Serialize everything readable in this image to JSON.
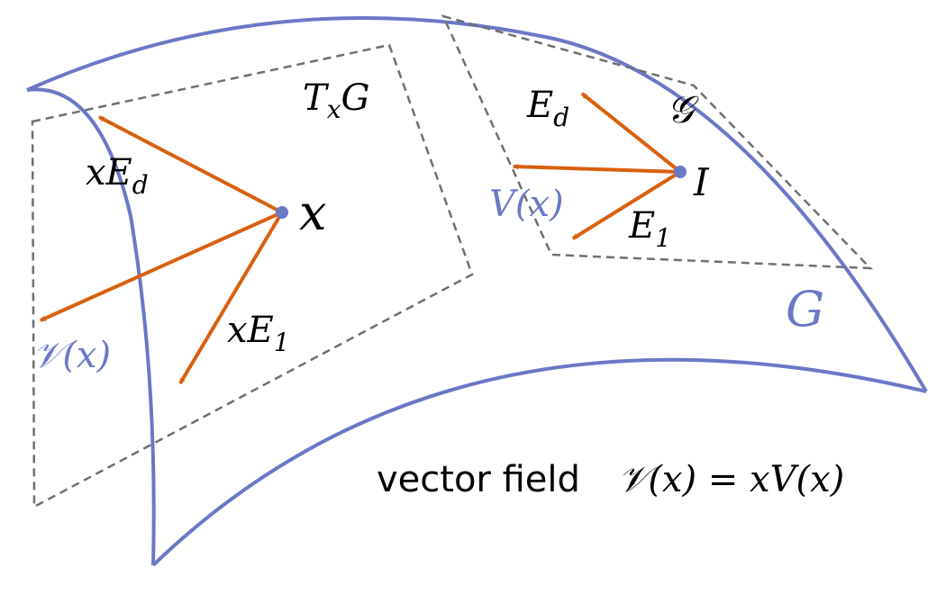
{
  "colors": {
    "manifold": "#6b78c6",
    "vector": "#d9600f",
    "dashed": "#707070",
    "label_blue": "#6b78c6",
    "text": "#000000"
  },
  "labels": {
    "tangent_space": {
      "main": "T",
      "sub": "x",
      "tail": "G"
    },
    "point_x": "x",
    "vec_xEd": {
      "pre": "xE",
      "sub": "d"
    },
    "vec_xE1": {
      "pre": "xE",
      "sub": "1"
    },
    "field_at_x": "𝒱(x)",
    "lie_algebra": "𝒢",
    "vec_Ed": {
      "pre": "E",
      "sub": "d"
    },
    "vec_E1": {
      "pre": "E",
      "sub": "1"
    },
    "identity": "I",
    "field_V": "V(x)",
    "group": "G",
    "caption_text": "vector field",
    "caption_formula": "𝒱(x) = xV(x)"
  }
}
